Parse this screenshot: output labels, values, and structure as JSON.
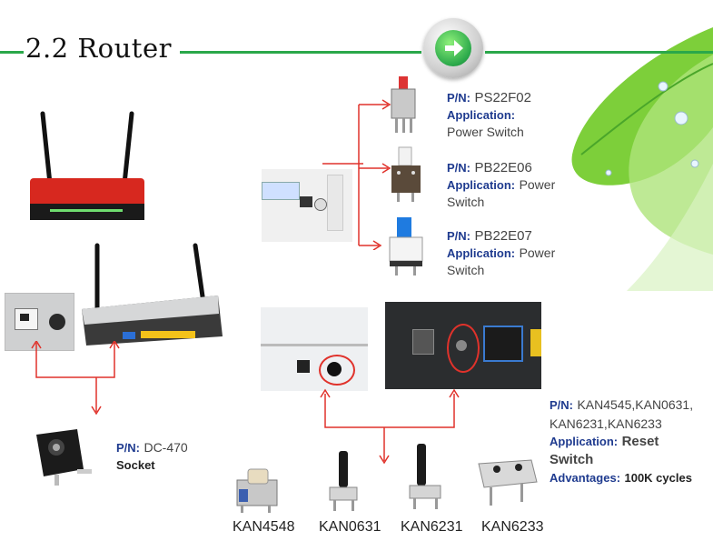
{
  "title": "2.2 Router",
  "colors": {
    "accent_green": "#2aa84a",
    "label_blue": "#1f3b8f",
    "line_red": "#e0322b"
  },
  "items": {
    "ps22f02": {
      "pn_label": "P/N:",
      "pn_value": "PS22F02",
      "app_label": "Application:",
      "app_value": "Power Switch"
    },
    "pb22e06": {
      "pn_label": "P/N:",
      "pn_value": "PB22E06",
      "app_label": "Application:",
      "app_value_1": "Power",
      "app_value_2": "Switch"
    },
    "pb22e07": {
      "pn_label": "P/N:",
      "pn_value": "PB22E07",
      "app_label": "Application:",
      "app_value_1": "Power",
      "app_value_2": "Switch"
    },
    "dc470": {
      "pn_label": "P/N:",
      "pn_value": "DC-470",
      "app_value": "Socket"
    },
    "reset": {
      "pn_label": "P/N:",
      "pn_value_1": "KAN4545,KAN0631,",
      "pn_value_2": "KAN6231,KAN6233",
      "app_label": "Application:",
      "app_value_1": "Reset",
      "app_value_2": "Switch",
      "adv_label": "Advantages:",
      "adv_value": "100K cycles"
    }
  },
  "captions": [
    "KAN4548",
    "KAN0631",
    "KAN6231",
    "KAN6233"
  ],
  "icons": [
    "arrow-right-icon"
  ]
}
